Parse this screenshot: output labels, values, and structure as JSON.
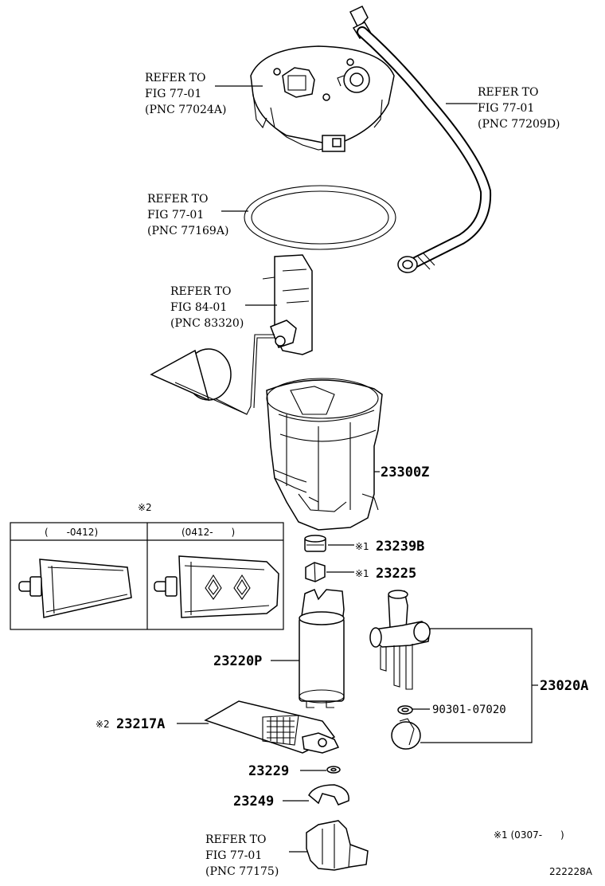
{
  "refs": {
    "r1": {
      "l1": "REFER TO",
      "l2": "FIG 77-01",
      "l3": "(PNC 77024A)"
    },
    "r2": {
      "l1": "REFER TO",
      "l2": "FIG 77-01",
      "l3": "(PNC 77209D)"
    },
    "r3": {
      "l1": "REFER TO",
      "l2": "FIG 77-01",
      "l3": "(PNC 77169A)"
    },
    "r4": {
      "l1": "REFER TO",
      "l2": "FIG 84-01",
      "l3": "(PNC 83320)"
    },
    "r5": {
      "l1": "REFER TO",
      "l2": "FIG 77-01",
      "l3": "(PNC 77175)"
    }
  },
  "parts": {
    "p23300Z": "23300Z",
    "p23239B": "23239B",
    "p23225": "23225",
    "p23220P": "23220P",
    "p23020A": "23020A",
    "p90301": "90301-07020",
    "p23217A": "23217A",
    "p23229": "23229",
    "p23249": "23249"
  },
  "marks": {
    "m1_23239B": "※1",
    "m1_23225": "※1",
    "m2_23217A": "※2",
    "m2_inset": "※2"
  },
  "inset": {
    "col1": "(      -0412)",
    "col2": "(0412-      )"
  },
  "footnote": "※1 (0307-      )",
  "diagram_id": "222228A"
}
